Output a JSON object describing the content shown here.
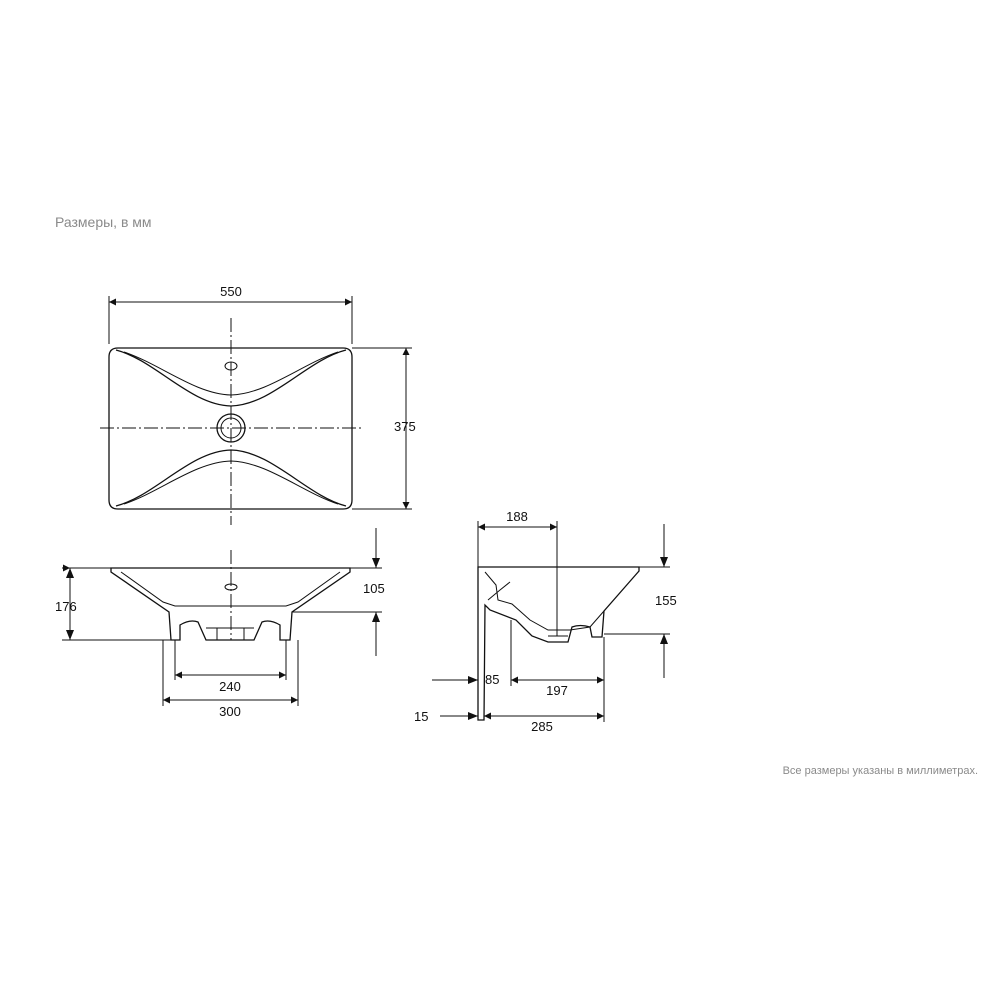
{
  "captions": {
    "top": "Размеры, в мм",
    "bottom": "Все размеры указаны в миллиметрах."
  },
  "dimensions": {
    "top_width": "550",
    "top_depth": "375",
    "front_height_total": "176",
    "front_height_bowl": "105",
    "front_inner_width": "240",
    "front_outer_width": "300",
    "side_top_offset": "188",
    "side_height": "155",
    "side_wall": "85",
    "side_bottom_width": "197",
    "side_back_gap": "15",
    "side_depth": "285"
  },
  "colors": {
    "line": "#111111",
    "caption": "#8a8a8a"
  }
}
